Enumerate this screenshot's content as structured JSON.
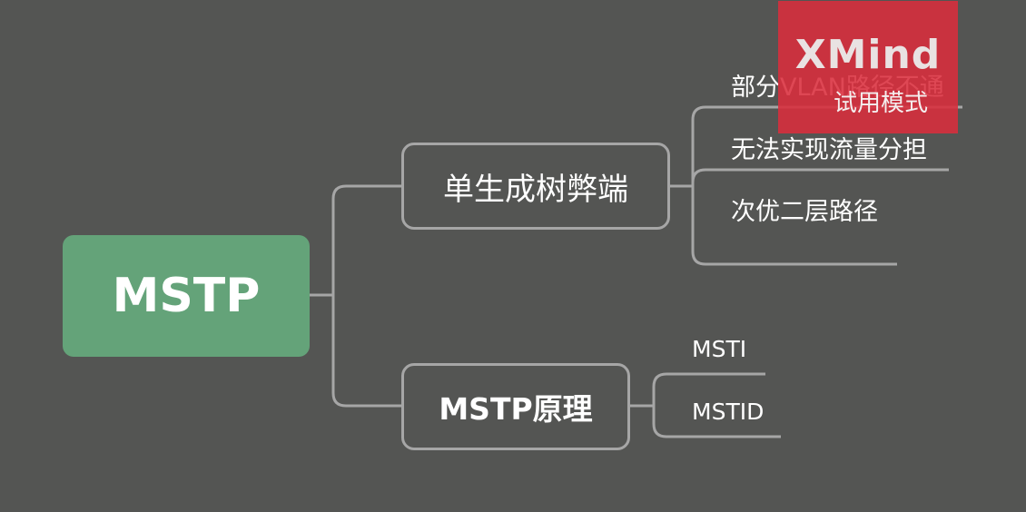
{
  "root": {
    "label": "MSTP"
  },
  "branches": [
    {
      "label": "单生成树弊端",
      "children": [
        "部分VLAN路径不通",
        "无法实现流量分担",
        "次优二层路径"
      ]
    },
    {
      "label": "MSTP原理",
      "children": [
        "MSTI",
        "MSTID"
      ]
    }
  ],
  "watermark": {
    "logo": "XMind",
    "subtitle": "试用模式"
  },
  "colors": {
    "background": "#545553",
    "root_fill": "#64a379",
    "connector": "#a6a6a6",
    "watermark": "#da2e3c"
  }
}
